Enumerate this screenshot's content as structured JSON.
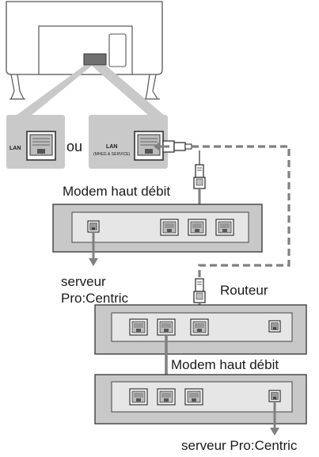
{
  "labels": {
    "lan": "LAN",
    "lan_sub": "(MHEG & SERVICE)",
    "or": "ou",
    "modem_top": "Modem haut débit",
    "server_left_line1": "serveur",
    "server_left_line2": "Pro:Centric",
    "router": "Routeur",
    "modem_bottom": "Modem haut débit",
    "server_bottom": "serveur Pro:Centric"
  },
  "colors": {
    "device_fill": "#c8c8c8",
    "device_panel": "#e6e6e6",
    "callout_fill": "#c9c9c9",
    "port_fill": "#bdbdbd",
    "stroke": "#333333",
    "arrow": "#808080",
    "dashed_cable": "#808080"
  }
}
